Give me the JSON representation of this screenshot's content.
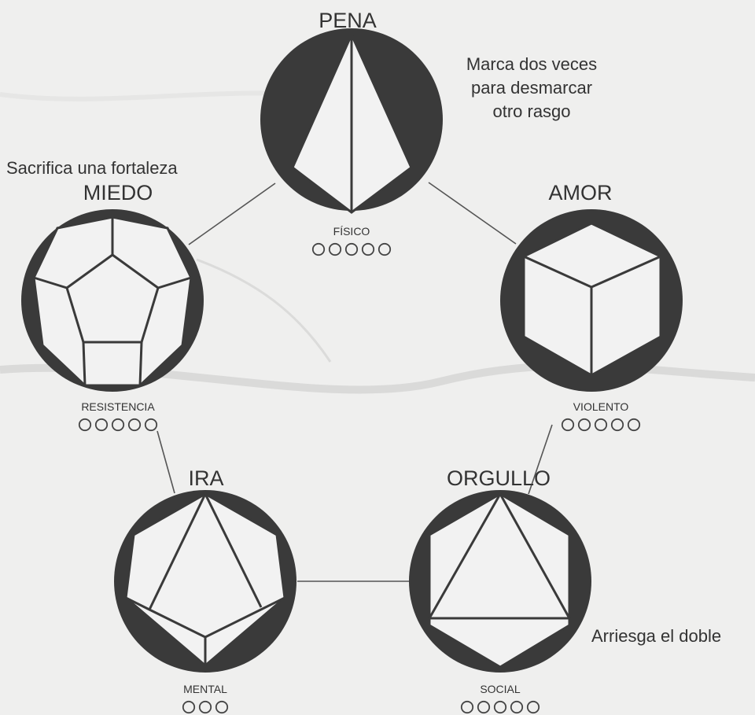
{
  "colors": {
    "ink": "#3a3a3a",
    "paper": "#efefee"
  },
  "nodes": {
    "pena": {
      "title": "PENA",
      "attribute": "FÍSICO",
      "dots": 5,
      "icon": "d4-pyramid-icon"
    },
    "amor": {
      "title": "AMOR",
      "attribute": "VIOLENTO",
      "dots": 5,
      "icon": "d6-cube-icon"
    },
    "orgullo": {
      "title": "ORGULLO",
      "attribute": "SOCIAL",
      "dots": 5,
      "icon": "d20-icon"
    },
    "ira": {
      "title": "IRA",
      "attribute": "MENTAL",
      "dots": 3,
      "icon": "d8-icon"
    },
    "miedo": {
      "title": "MIEDO",
      "attribute": "RESISTENCIA",
      "dots": 5,
      "icon": "d12-icon"
    }
  },
  "notes": {
    "pena": [
      "Marca dos veces",
      "para desmarcar",
      "otro rasgo"
    ],
    "miedo": [
      "Sacrifica una fortaleza"
    ],
    "orgullo": [
      "Arriesga el doble"
    ]
  }
}
